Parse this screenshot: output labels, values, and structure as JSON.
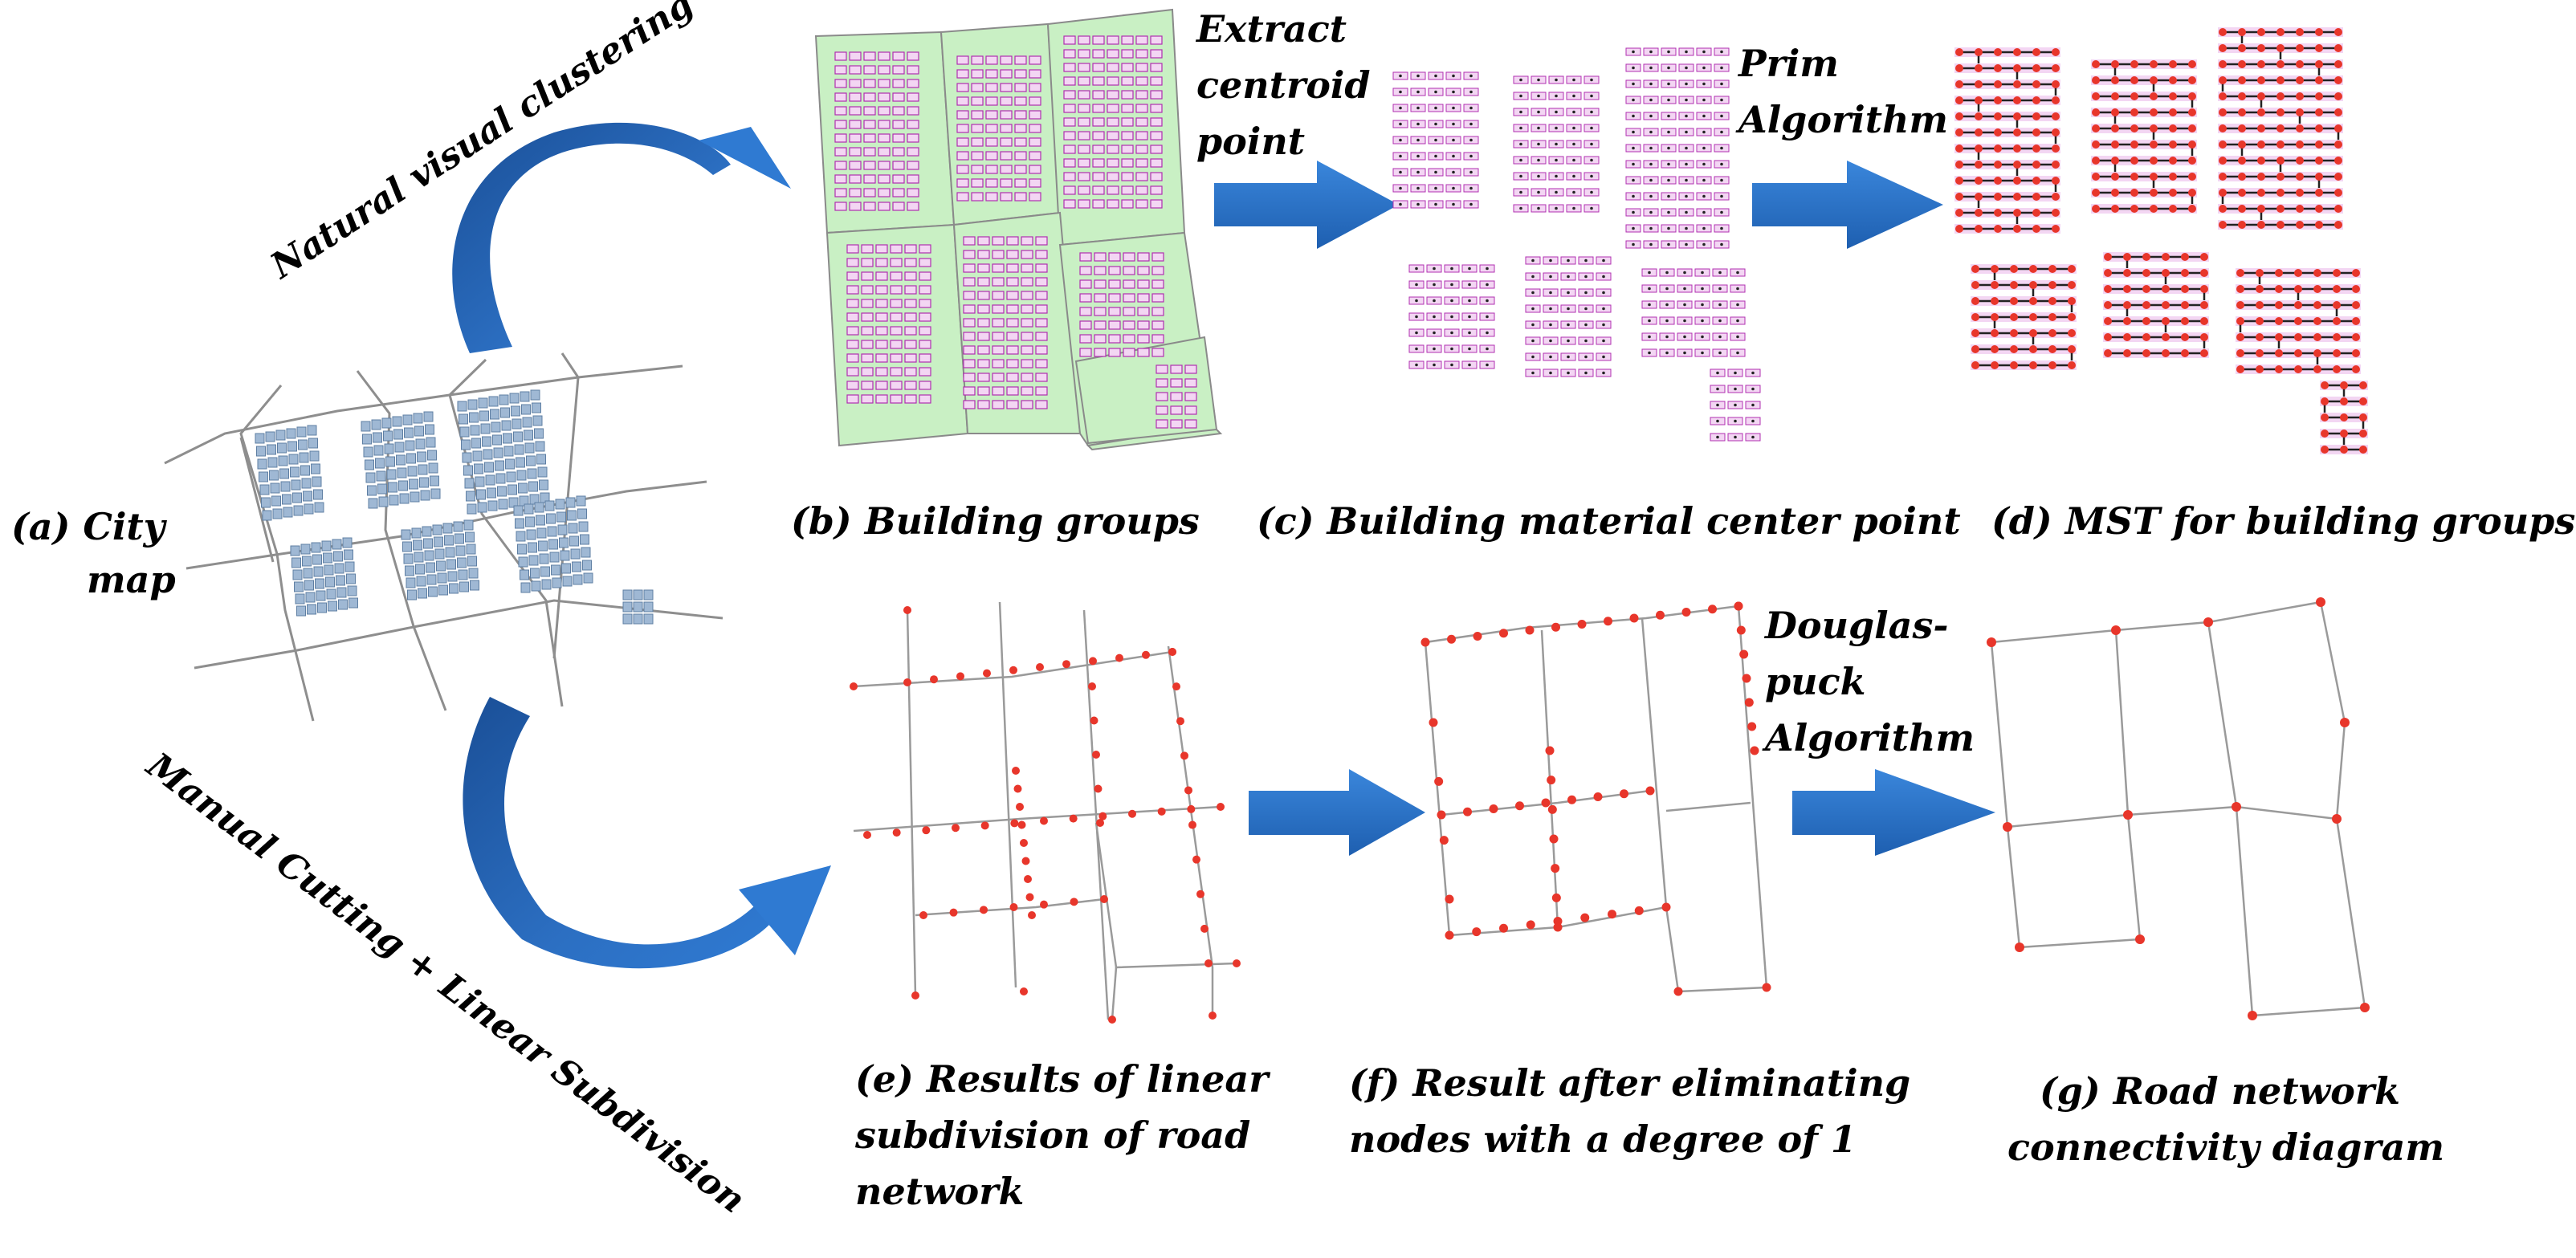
{
  "labels": {
    "a_line1": "(a) City",
    "a_line2": "map",
    "b": "(b) Building groups",
    "c": "(c) Building material center point",
    "d": "(d) MST for building groups",
    "e_line1": "(e) Results of linear",
    "e_line2": "subdivision of road",
    "e_line3": "network",
    "f_line1": "(f) Result after eliminating",
    "f_line2": "nodes with a degree of 1",
    "g_line1": "(g) Road network",
    "g_line2": "connectivity diagram"
  },
  "steps": {
    "extract_line1": "Extract",
    "extract_line2": "centroid",
    "extract_line3": "point",
    "prim_line1": "Prim",
    "prim_line2": "Algorithm",
    "douglas_line1": "Douglas-",
    "douglas_line2": "puck",
    "douglas_line3": "Algorithm",
    "natural": "Natural visual clustering",
    "manual": "Manual Cutting + Linear Subdivision"
  },
  "colors": {
    "arrow_blue": "#2f73c8",
    "arrow_dark": "#1d4f96",
    "group_green": "#c9f0c4",
    "building_pink": "#f3d6f3",
    "building_edge": "#b030b0",
    "node_red": "#e8362b",
    "road_grey": "#9a9a9a",
    "block_blue": "#9fb8d4"
  }
}
